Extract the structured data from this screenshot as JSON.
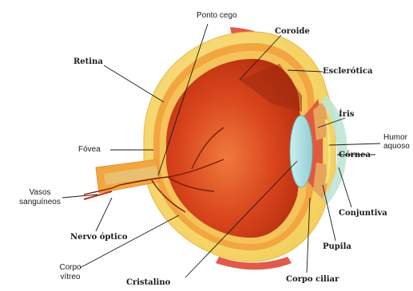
{
  "labels": {
    "ponto_cego": "Ponto cego",
    "coroide": "Coroide",
    "retina": "Retina",
    "esclerotica": "Esclerótica",
    "iris": "Íris",
    "humor_aquoso": "Humor aquoso",
    "cornea": "Córnea",
    "fovea": "Fóvea",
    "vasos_sanguineos": "Vasos sanguíneos",
    "nervo_optico": "Nervo óptico",
    "conjuntiva": "Conjuntiva",
    "pupila": "Pupila",
    "corpo_vitreo": "Corpo vítreo",
    "cristalino": "Cristalino",
    "corpo_ciliar": "Corpo ciliar"
  },
  "colors": {
    "sclera_outer": "#f7d870",
    "choroid_band": "#f2a640",
    "vitreous": "#d8441c",
    "vitreous_highlight": "#f07a3c",
    "lens": "#a9dde0",
    "iris": "#e8a45a",
    "muscle": "#e25a48",
    "leader_line": "#1a1a1a"
  },
  "icons": [
    "eye-anatomy-illustration"
  ]
}
